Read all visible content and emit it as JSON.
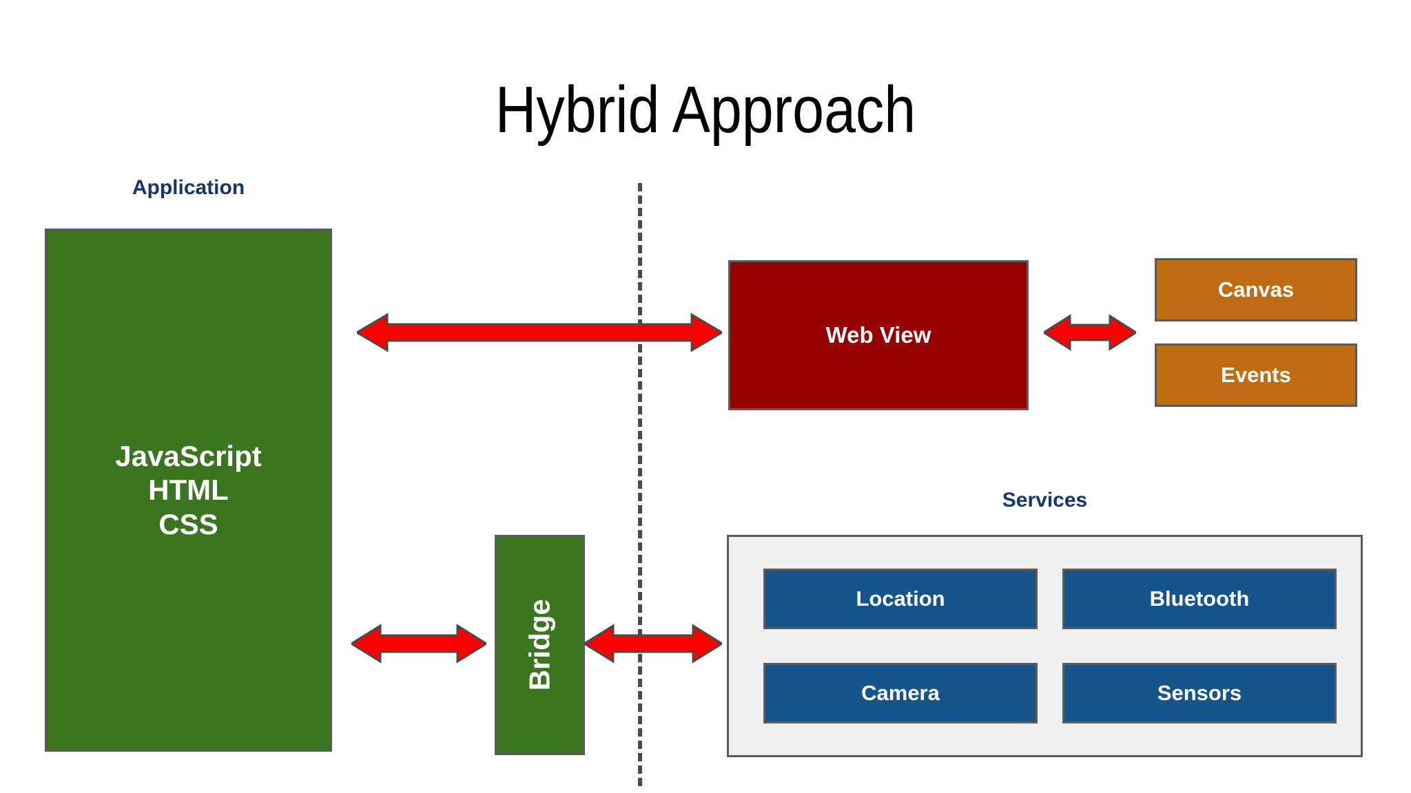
{
  "title": "Hybrid Approach",
  "colors": {
    "application_green": "#3b7520",
    "webview_red": "#970000",
    "accent_orange": "#c06c12",
    "service_blue": "#16548c",
    "panel_gray": "#efefef",
    "border_gray": "#5a5a5a",
    "caption_navy": "#15376b",
    "arrow_red": "#FF0000",
    "divider_gray": "#4a4a4a"
  },
  "left_side": {
    "caption": "Application",
    "box_label": "JavaScript\nHTML\nCSS",
    "bridge_label": "Bridge"
  },
  "right_side": {
    "webview_label": "Web View",
    "webview_outputs": [
      {
        "label": "Canvas"
      },
      {
        "label": "Events"
      }
    ],
    "services": {
      "caption": "Services",
      "items": [
        {
          "label": "Location"
        },
        {
          "label": "Bluetooth"
        },
        {
          "label": "Camera"
        },
        {
          "label": "Sensors"
        }
      ]
    }
  },
  "connectors": [
    {
      "name": "application-to-webview",
      "style": "double-arrow",
      "color": "#FF0000"
    },
    {
      "name": "webview-to-canvas-events",
      "style": "double-arrow",
      "color": "#FF0000"
    },
    {
      "name": "application-to-bridge",
      "style": "double-arrow",
      "color": "#FF0000"
    },
    {
      "name": "bridge-to-services",
      "style": "double-arrow",
      "color": "#FF0000"
    }
  ],
  "divider": {
    "name": "native-web-boundary",
    "style": "vertical-dashed"
  }
}
